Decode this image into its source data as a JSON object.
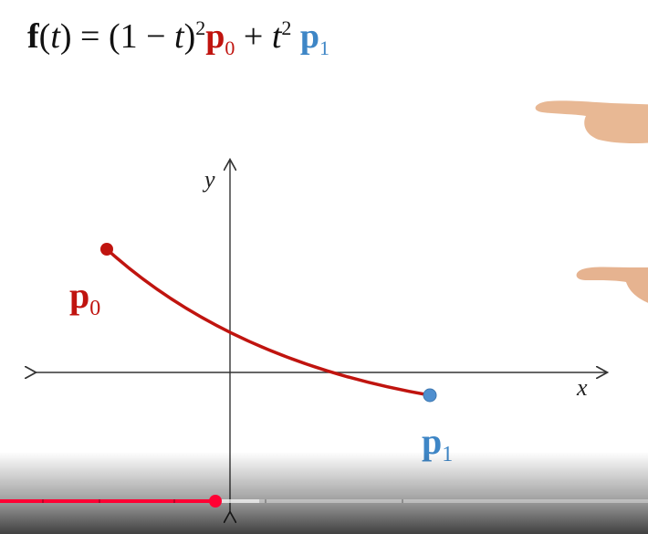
{
  "formula": {
    "f": "f",
    "open_paren": "(",
    "t_arg": "t",
    "close_eq": ") = (1 − ",
    "t_inner": "t",
    "close_sq": ")",
    "exp2a": "2",
    "p": "p",
    "sub0": "0",
    "plus": " + ",
    "t2": "t",
    "exp2b": "2",
    "p1": "p",
    "sub1": "1"
  },
  "points": {
    "p0": {
      "label": "p",
      "sub": "0",
      "color": "#c0140f"
    },
    "p1": {
      "label": "p",
      "sub": "1",
      "color": "#3e86c6"
    }
  },
  "axes": {
    "x_label": "x",
    "y_label": "y"
  },
  "curve": {
    "color": "#c0140f"
  },
  "video_progress": {
    "played_fraction": 0.333,
    "buffered_fraction": 0.4,
    "played_color": "#ff0033"
  }
}
